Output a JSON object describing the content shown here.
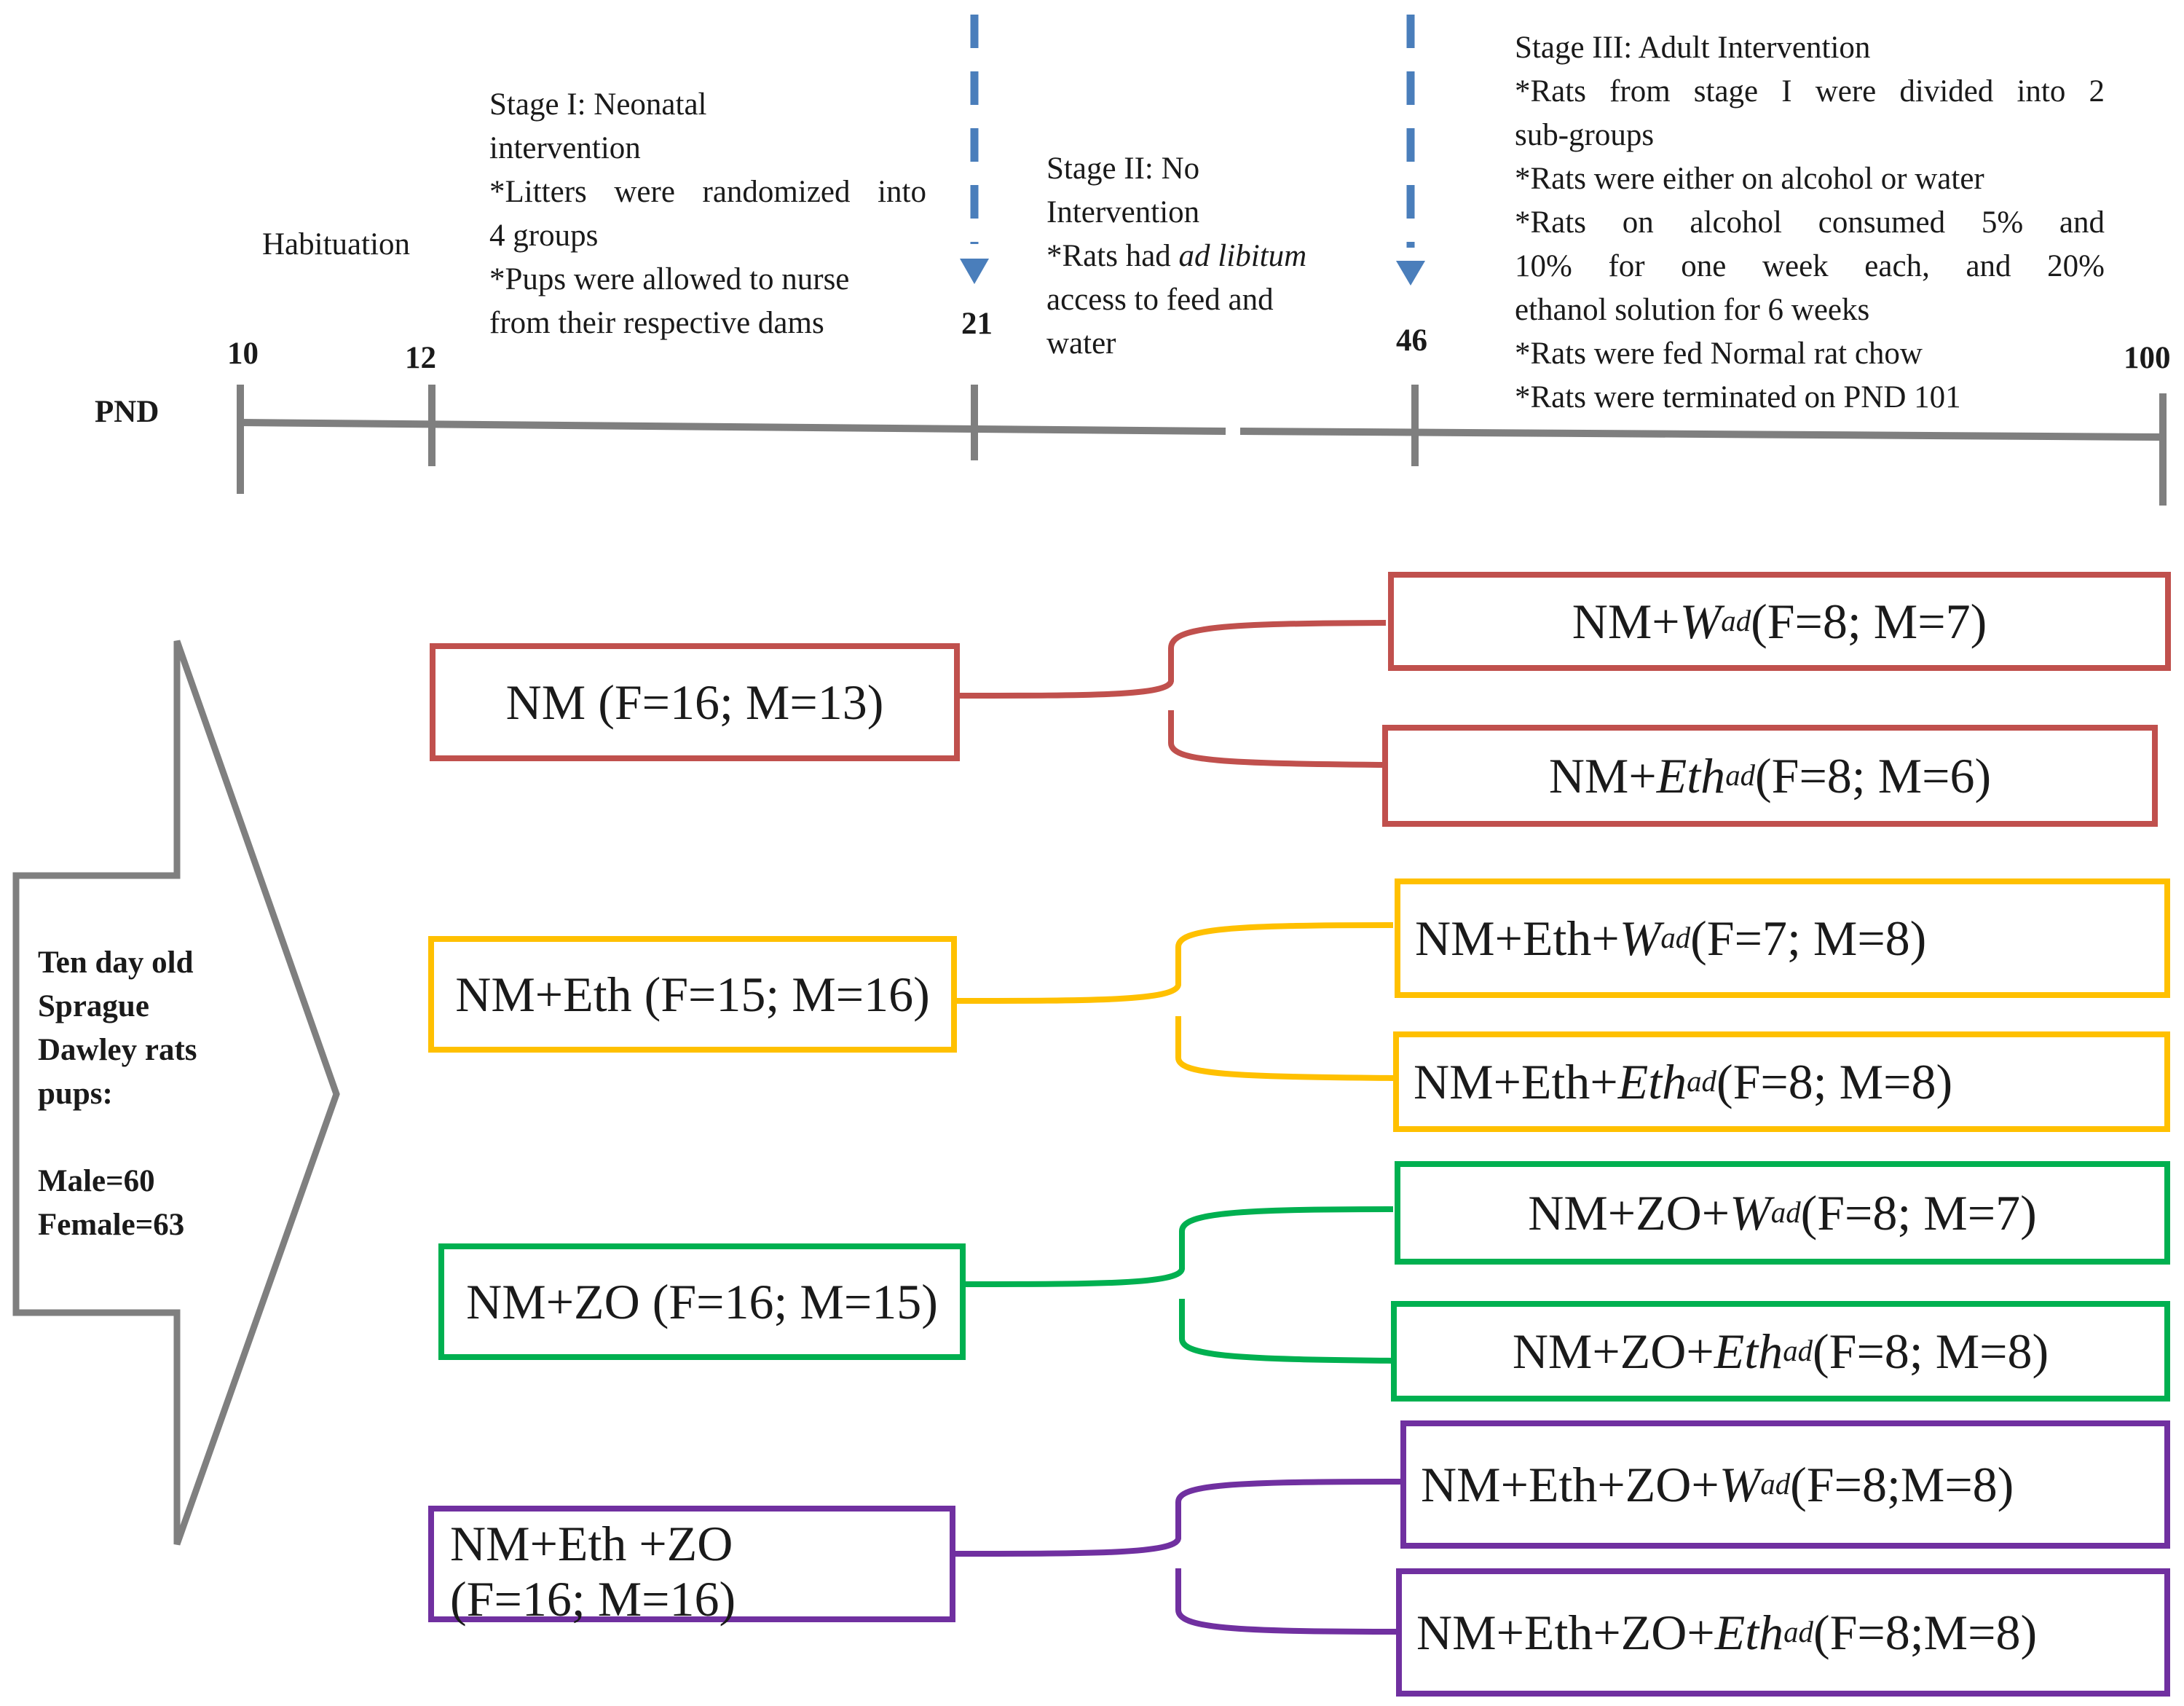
{
  "timeline": {
    "axis_label": "PND",
    "ticks": [
      "10",
      "12",
      "21",
      "46",
      "100"
    ]
  },
  "phases": {
    "habituation": "Habituation",
    "stage1": [
      "Stage I: Neonatal",
      "intervention",
      "*Litters were randomized into",
      "4 groups",
      "*Pups were allowed to nurse",
      "from their respective dams"
    ],
    "stage2": {
      "title_1": "Stage II: No",
      "title_2": "Intervention",
      "line3_pre": "*Rats had ",
      "line3_italic": "ad libitum",
      "line4": "access to feed and",
      "line5": "water"
    },
    "stage3": [
      "Stage III: Adult Intervention",
      "*Rats from stage I were divided into 2",
      "sub-groups",
      "*Rats were either on alcohol or water",
      "*Rats on alcohol consumed 5% and",
      "10% for one week each, and 20%",
      "ethanol solution for 6 weeks",
      "*Rats were fed Normal rat chow",
      "*Rats were terminated on PND 101"
    ]
  },
  "source": {
    "lines": [
      "Ten day old",
      "Sprague",
      "Dawley rats",
      "pups:"
    ],
    "male": "Male=60",
    "female": "Female=63"
  },
  "groups": [
    {
      "label": "NM (F=16; M=13)",
      "color": "#c0504d",
      "subgroups": [
        {
          "pre": "NM+",
          "it": "W",
          "sup": "ad",
          "post": " (F=8; M=7)"
        },
        {
          "pre": "NM+",
          "it": "Eth",
          "sup": "ad",
          "post": " (F=8; M=6)"
        }
      ]
    },
    {
      "label": "NM+Eth (F=15; M=16)",
      "color": "#ffc000",
      "subgroups": [
        {
          "pre": "NM+Eth+",
          "it": "W",
          "sup": "ad",
          "post": " (F=7; M=8)"
        },
        {
          "pre": "NM+Eth+",
          "it": "Eth",
          "sup": "ad",
          "post": " (F=8; M=8)"
        }
      ]
    },
    {
      "label": "NM+ZO (F=16; M=15)",
      "color": "#00b050",
      "subgroups": [
        {
          "pre": "NM+ZO+",
          "it": "W",
          "sup": "ad",
          "post": " (F=8; M=7)"
        },
        {
          "pre": "NM+ZO+",
          "it": "Eth",
          "sup": "ad",
          "post": " (F=8; M=8)"
        }
      ]
    },
    {
      "label_1": "NM+Eth +ZO",
      "label_2": "(F=16; M=16)",
      "color": "#7030a0",
      "subgroups": [
        {
          "pre": "NM+Eth+ZO+",
          "it": "W",
          "sup": "ad",
          "post": " (F=8;M=8)"
        },
        {
          "pre": "NM+Eth+ZO+",
          "it": "Eth",
          "sup": "ad",
          "post": "(F=8;M=8)"
        }
      ]
    }
  ]
}
